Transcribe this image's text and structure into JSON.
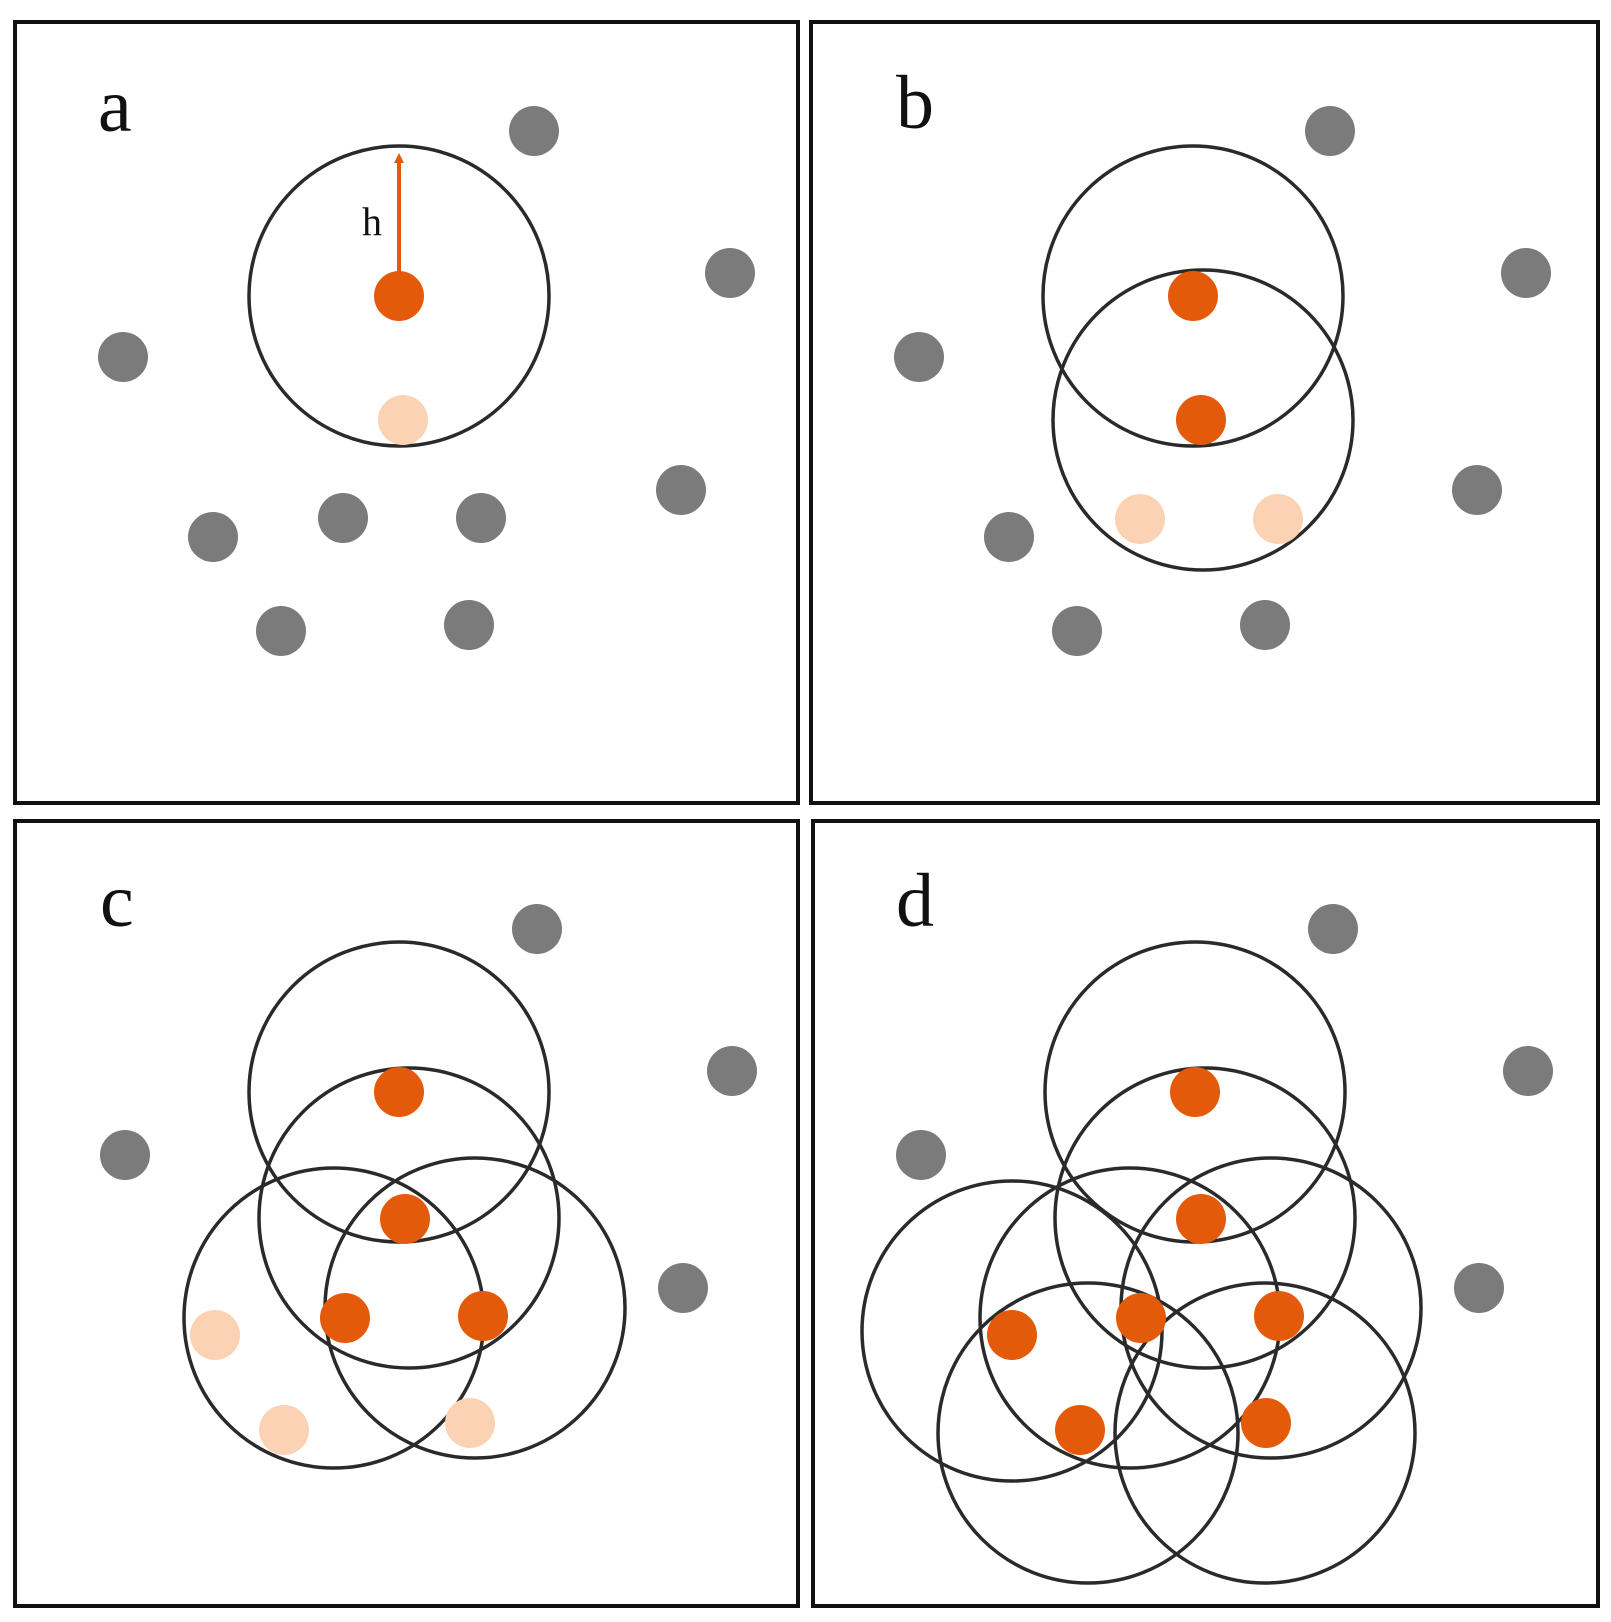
{
  "colors": {
    "unvisited_point": "#7b7b7b",
    "clustered_point": "#e35a0a",
    "candidate_point": "#fcd2b4",
    "radius_arrow": "#e35a0a",
    "circle_stroke": "#2a2a2a",
    "frame_stroke": "#111111"
  },
  "radius_label": "h",
  "panels": [
    {
      "letter": "a"
    },
    {
      "letter": "b"
    },
    {
      "letter": "c"
    },
    {
      "letter": "d"
    }
  ]
}
